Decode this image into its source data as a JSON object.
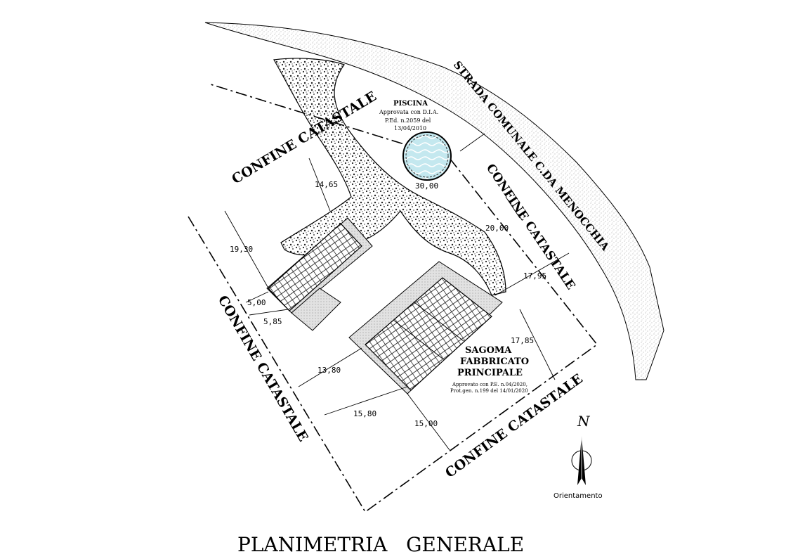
{
  "title": "PLANIMETRIA   GENERALE",
  "road_label": "STRADA COMUNALE C.DA MENOCCHIA",
  "boundary_label": "CONFINE CATASTALE",
  "pool": {
    "title": "PISCINA",
    "line1": "Approvata con D.I.A.",
    "line2": "P.Ed. n.2059 del",
    "line3": "13/04/2010"
  },
  "main_building": {
    "line1": "SAGOMA",
    "line2": "FABBRICATO",
    "line3": "PRINCIPALE",
    "note1": "Approvato con P.E. n.04/2020,",
    "note2": "Prot.gen. n.199 del 14/01/2020"
  },
  "dimensions": {
    "d_14_65": "14,65",
    "d_30_00": "30,00",
    "d_20_00": "20,00",
    "d_19_30": "19,30",
    "d_17_95": "17,95",
    "d_5_00": "5,00",
    "d_5_85": "5,85",
    "d_17_85": "17,85",
    "d_13_80": "13,80",
    "d_15_80": "15,80",
    "d_15_00": "15,00"
  },
  "north": {
    "letter": "N",
    "caption": "Orientamento"
  },
  "colors": {
    "line": "#000000",
    "pool_water": "#bfe4ec",
    "gravel_fill": "#2a2a2a",
    "building_fill": "#cfcfcf"
  }
}
